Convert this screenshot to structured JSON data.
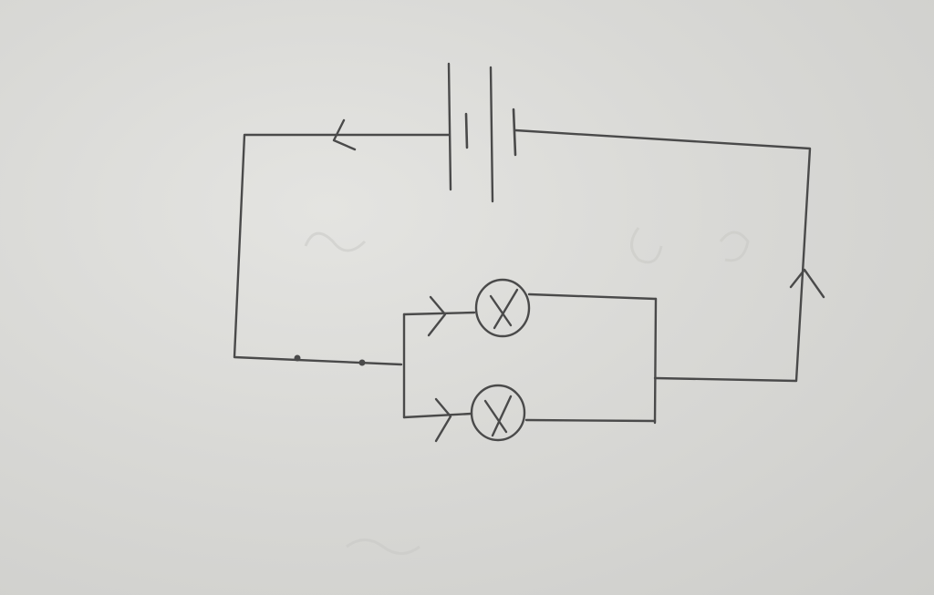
{
  "drawing": {
    "ink_color": "#4a4a4a",
    "paper_color": "#dcdcd9",
    "components": [
      {
        "type": "cell",
        "count": 2
      },
      {
        "type": "lamp",
        "count": 2
      },
      {
        "type": "switch",
        "state": "open"
      },
      {
        "type": "current-arrow",
        "count": 4
      }
    ]
  }
}
